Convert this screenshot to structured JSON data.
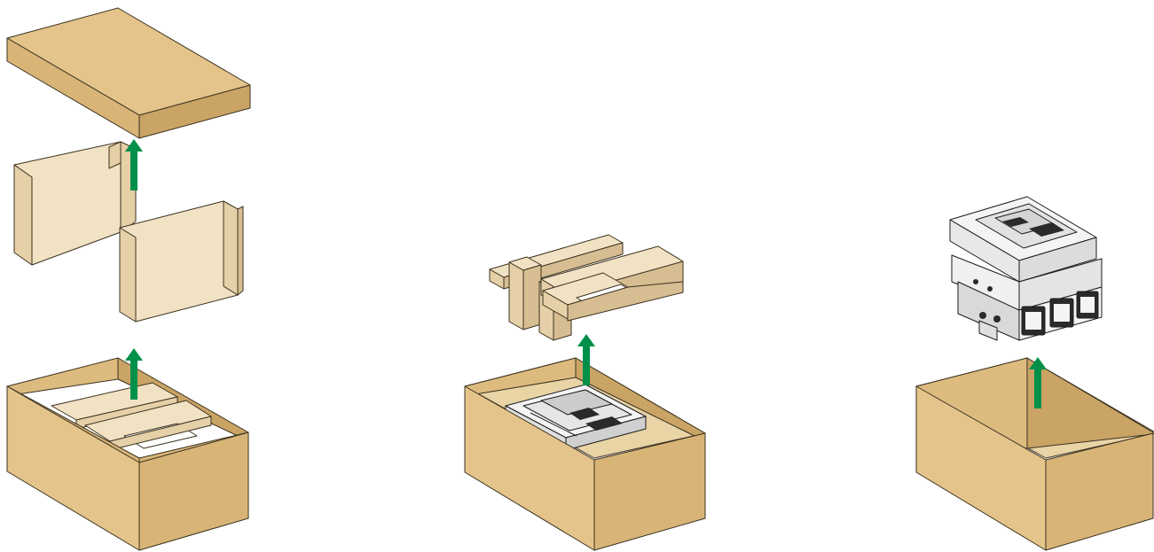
{
  "diagram": {
    "colors": {
      "cardboard": "#e4c48b",
      "cardboard_dark": "#d8b577",
      "cardboard_inner": "#ddbb7f",
      "insert_wood": "#f2e2c4",
      "insert_wood_dark": "#e6d0a8",
      "arrow_green": "#00904a",
      "device_white": "#f4f4f4",
      "device_black": "#2a2a2a"
    },
    "steps": [
      {
        "id": "step-1",
        "icons": [
          "box-lid-icon",
          "side-insert-icon",
          "side-insert-icon",
          "open-box-icon",
          "lift-arrow-icon",
          "lift-arrow-icon"
        ]
      },
      {
        "id": "step-2",
        "icons": [
          "top-insert-frame-icon",
          "open-box-with-device-icon",
          "lift-arrow-icon"
        ]
      },
      {
        "id": "step-3",
        "icons": [
          "circuit-breaker-icon",
          "empty-box-icon",
          "lift-arrow-icon"
        ]
      }
    ]
  }
}
